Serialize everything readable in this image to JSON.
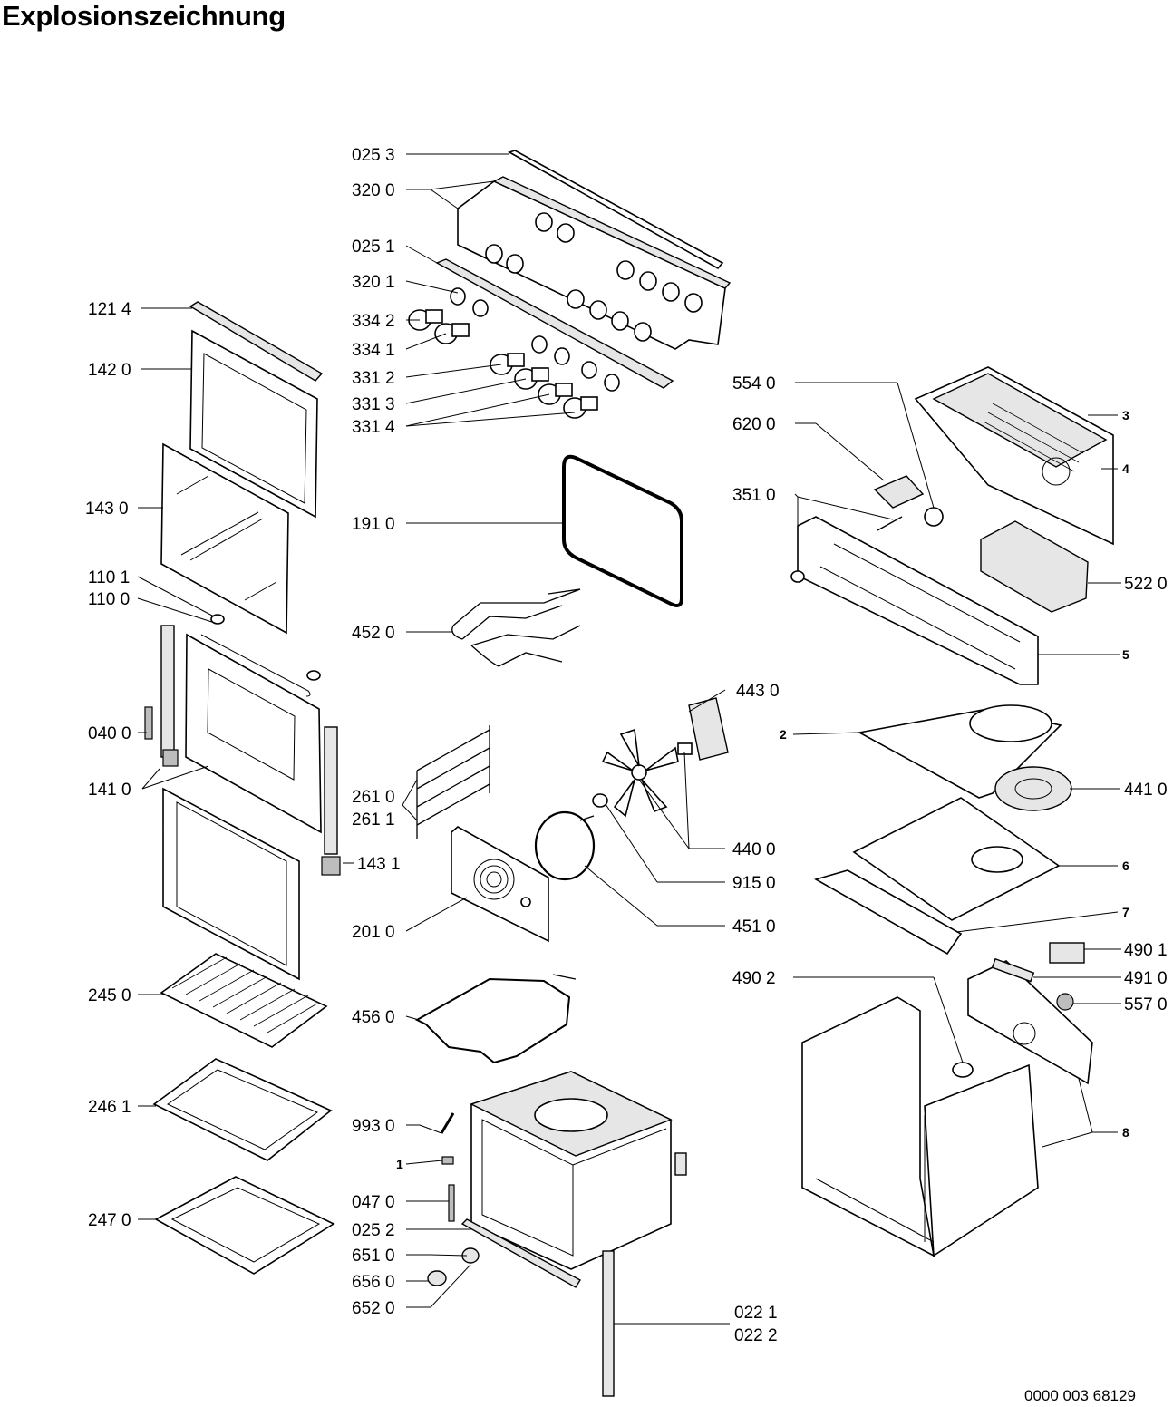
{
  "title": "Explosionszeichnung",
  "document_number": "0000 003 68129",
  "labels": {
    "p0253": "025 3",
    "p3200": "320 0",
    "p0251": "025 1",
    "p3201": "320 1",
    "p3342": "334 2",
    "p3341": "334 1",
    "p3312": "331 2",
    "p3313": "331 3",
    "p3314": "331 4",
    "p1214": "121 4",
    "p1420": "142 0",
    "p1430": "143 0",
    "p1101": "110 1",
    "p1100": "110 0",
    "p0400": "040 0",
    "p1410": "141 0",
    "p2450": "245 0",
    "p2461": "246 1",
    "p2470": "247 0",
    "p1910": "191 0",
    "p4520": "452 0",
    "p2610": "261 0",
    "p2611": "261 1",
    "p1431": "143 1",
    "p2010": "201 0",
    "p4560": "456 0",
    "p9930": "993 0",
    "p1": "1",
    "p0470": "047 0",
    "p0252": "025 2",
    "p6510": "651 0",
    "p6560": "656 0",
    "p6520": "652 0",
    "p0221": "022 1",
    "p0222": "022 2",
    "p5540": "554 0",
    "p6200": "620 0",
    "p3510": "351 0",
    "p3": "3",
    "p4": "4",
    "p5220": "522 0",
    "p5": "5",
    "p4430": "443 0",
    "p2": "2",
    "p4410": "441 0",
    "p4400": "440 0",
    "p9150": "915 0",
    "p4510": "451 0",
    "p6": "6",
    "p7": "7",
    "p4901": "490 1",
    "p4902": "490 2",
    "p4910": "491 0",
    "p5570": "557 0",
    "p8": "8"
  },
  "colors": {
    "line": "#000000",
    "part_fill": "#ffffff",
    "shade": "#e6e6e6",
    "dark": "#bdbdbd"
  }
}
